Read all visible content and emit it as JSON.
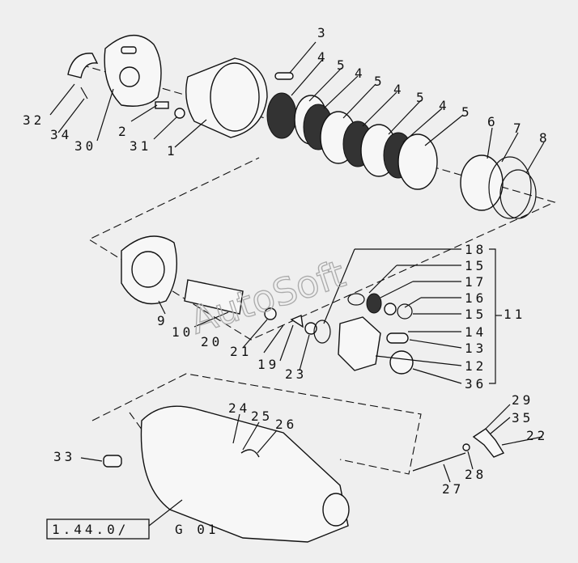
{
  "watermark": "AutoSoft",
  "reference_box": "1.44.0/",
  "group_code": "G 01",
  "labels": {
    "l1": "1",
    "l2": "2",
    "l3": "3",
    "l4a": "4",
    "l4b": "4",
    "l4c": "4",
    "l4d": "4",
    "l5a": "5",
    "l5b": "5",
    "l5c": "5",
    "l5d": "5",
    "l6": "6",
    "l7": "7",
    "l8": "8",
    "l9": "9",
    "l10": "10",
    "l11": "11",
    "l12": "12",
    "l13": "13",
    "l14": "14",
    "l15a": "15",
    "l15b": "15",
    "l16": "16",
    "l17": "17",
    "l18": "18",
    "l19": "19",
    "l20": "20",
    "l21": "21",
    "l22": "22",
    "l23": "23",
    "l24": "24",
    "l25": "25",
    "l26": "26",
    "l27": "27",
    "l28": "28",
    "l29": "29",
    "l30": "30",
    "l31": "31",
    "l32": "32",
    "l33": "33",
    "l34": "34",
    "l35": "35",
    "l36": "36"
  }
}
